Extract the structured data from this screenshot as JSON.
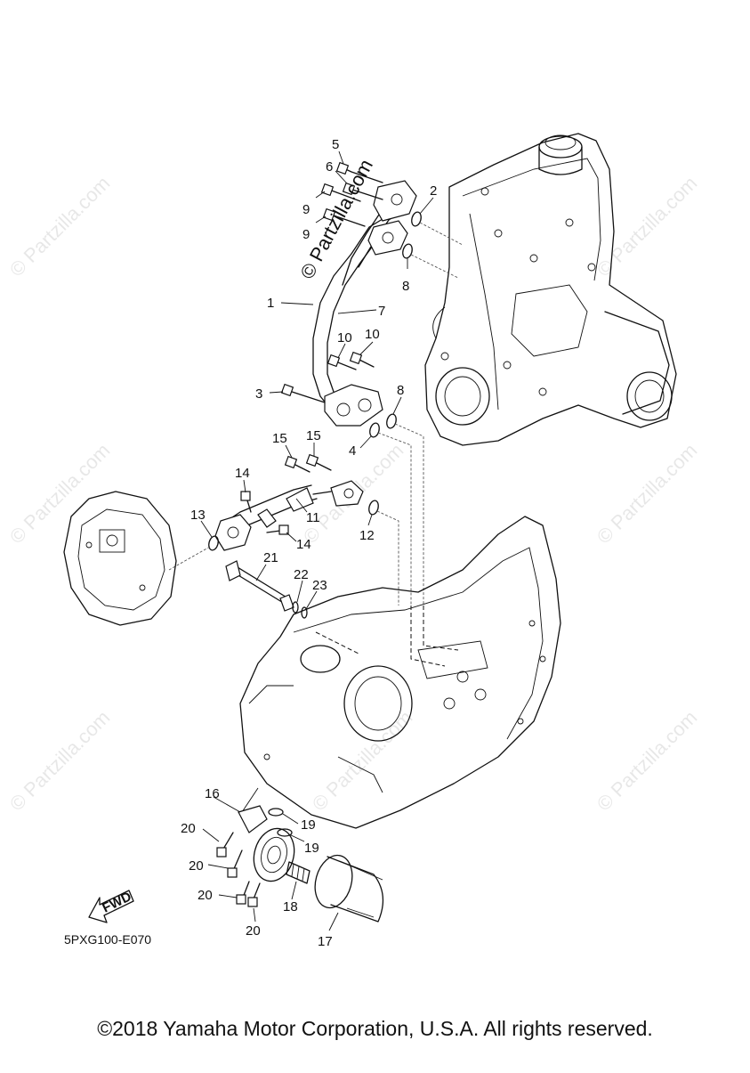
{
  "diagram": {
    "code": "5PXG100-E070",
    "fwd_label": "FWD",
    "watermark_main": "© Partzilla.com",
    "watermark_tile": "© Partzilla.com",
    "copyright": "©2018 Yamaha Motor Corporation, U.S.A. All rights reserved."
  },
  "callouts": [
    {
      "id": "c5",
      "text": "5"
    },
    {
      "id": "c6",
      "text": "6"
    },
    {
      "id": "c9a",
      "text": "9"
    },
    {
      "id": "c9b",
      "text": "9"
    },
    {
      "id": "c2",
      "text": "2"
    },
    {
      "id": "c8a",
      "text": "8"
    },
    {
      "id": "c1",
      "text": "1"
    },
    {
      "id": "c7",
      "text": "7"
    },
    {
      "id": "c10a",
      "text": "10"
    },
    {
      "id": "c10b",
      "text": "10"
    },
    {
      "id": "c3",
      "text": "3"
    },
    {
      "id": "c8b",
      "text": "8"
    },
    {
      "id": "c4",
      "text": "4"
    },
    {
      "id": "c15a",
      "text": "15"
    },
    {
      "id": "c15b",
      "text": "15"
    },
    {
      "id": "c14a",
      "text": "14"
    },
    {
      "id": "c13",
      "text": "13"
    },
    {
      "id": "c11",
      "text": "11"
    },
    {
      "id": "c12",
      "text": "12"
    },
    {
      "id": "c14b",
      "text": "14"
    },
    {
      "id": "c21",
      "text": "21"
    },
    {
      "id": "c22",
      "text": "22"
    },
    {
      "id": "c23",
      "text": "23"
    },
    {
      "id": "c16",
      "text": "16"
    },
    {
      "id": "c19a",
      "text": "19"
    },
    {
      "id": "c19b",
      "text": "19"
    },
    {
      "id": "c20a",
      "text": "20"
    },
    {
      "id": "c20b",
      "text": "20"
    },
    {
      "id": "c20c",
      "text": "20"
    },
    {
      "id": "c20d",
      "text": "20"
    },
    {
      "id": "c18",
      "text": "18"
    },
    {
      "id": "c17",
      "text": "17"
    }
  ]
}
